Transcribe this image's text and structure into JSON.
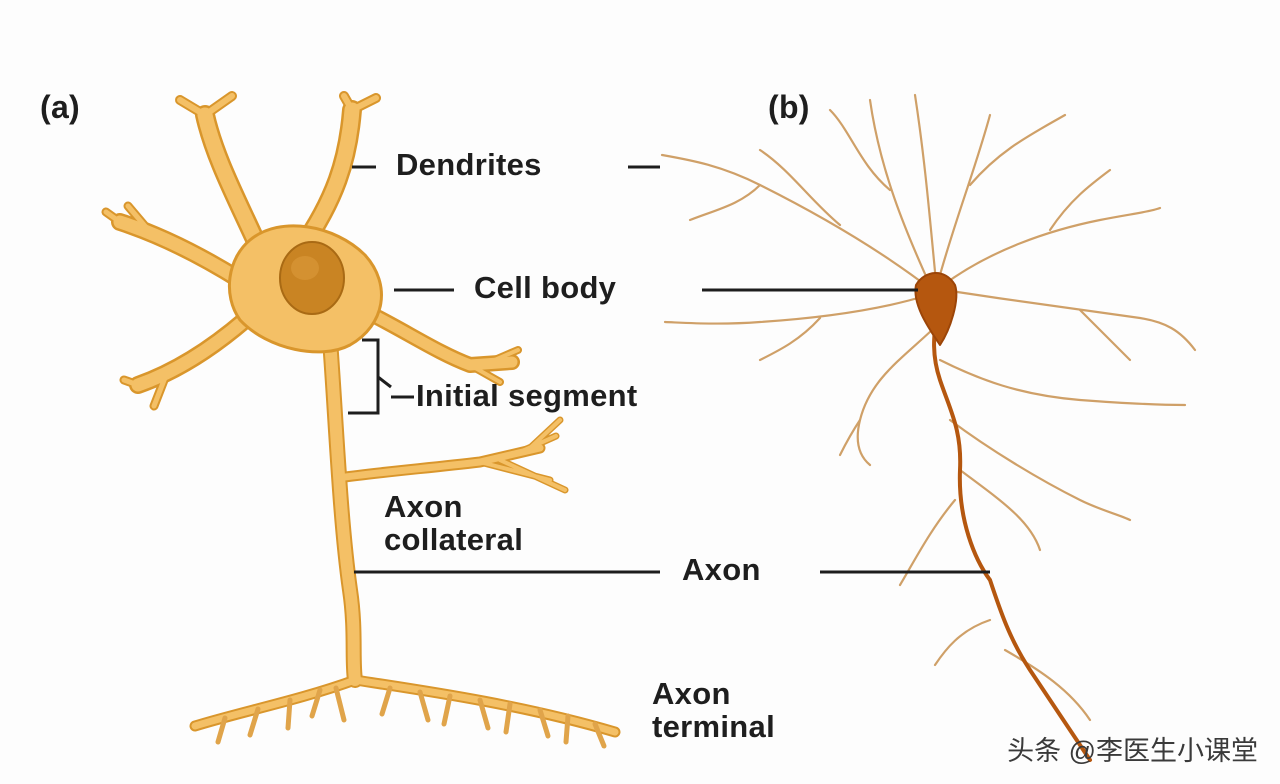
{
  "panels": {
    "a": "(a)",
    "b": "(b)"
  },
  "labels": {
    "dendrites": "Dendrites",
    "cell_body": "Cell body",
    "initial_segment": "Initial segment",
    "axon_collateral": [
      "Axon",
      "collateral"
    ],
    "axon": "Axon",
    "axon_terminal": [
      "Axon",
      "terminal"
    ]
  },
  "watermark": "头条 @李医生小课堂",
  "colors": {
    "neuron_a_fill": "#f4c066",
    "neuron_a_outline": "#d9962c",
    "nucleus": "#c98423",
    "neuron_b_body": "#b5570f",
    "neuron_b_branch": "#cfa068",
    "leader_line": "#1e1e1e"
  }
}
